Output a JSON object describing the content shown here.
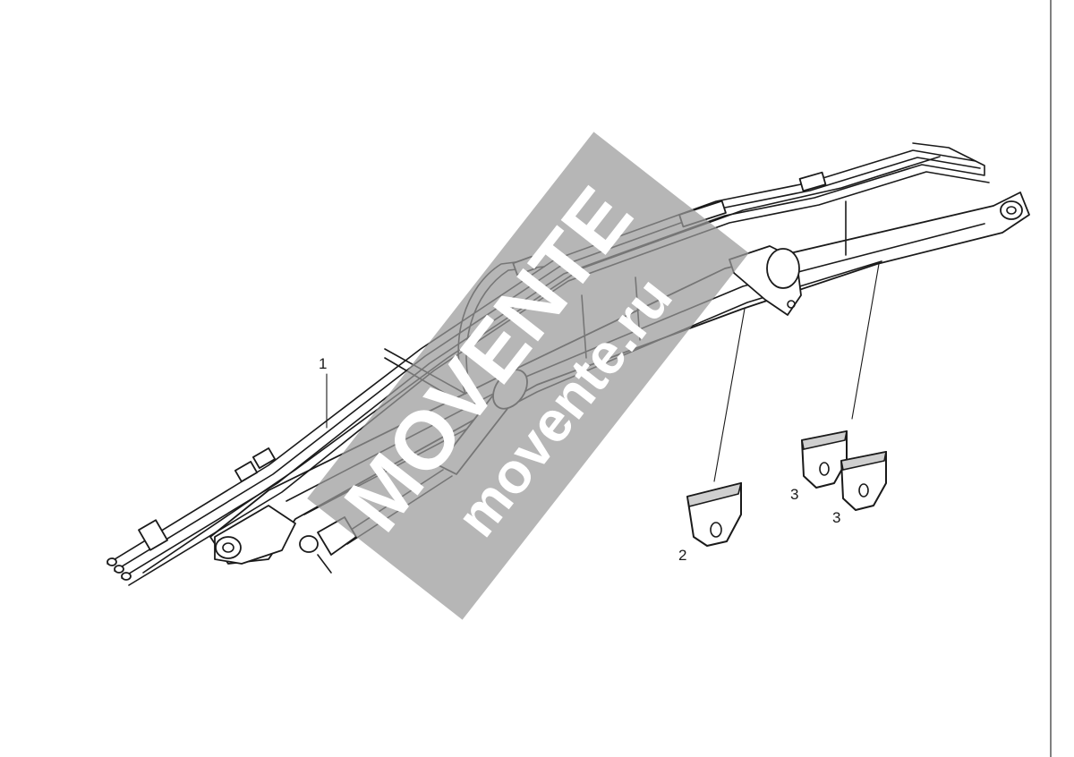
{
  "diagram": {
    "callouts": [
      {
        "id": "1",
        "label": "1"
      },
      {
        "id": "2",
        "label": "2"
      },
      {
        "id": "3a",
        "label": "3"
      },
      {
        "id": "3b",
        "label": "3"
      }
    ]
  },
  "watermark": {
    "brand": "MOVENTE",
    "domain": "movente.ru",
    "color": "#9a9a9a"
  }
}
